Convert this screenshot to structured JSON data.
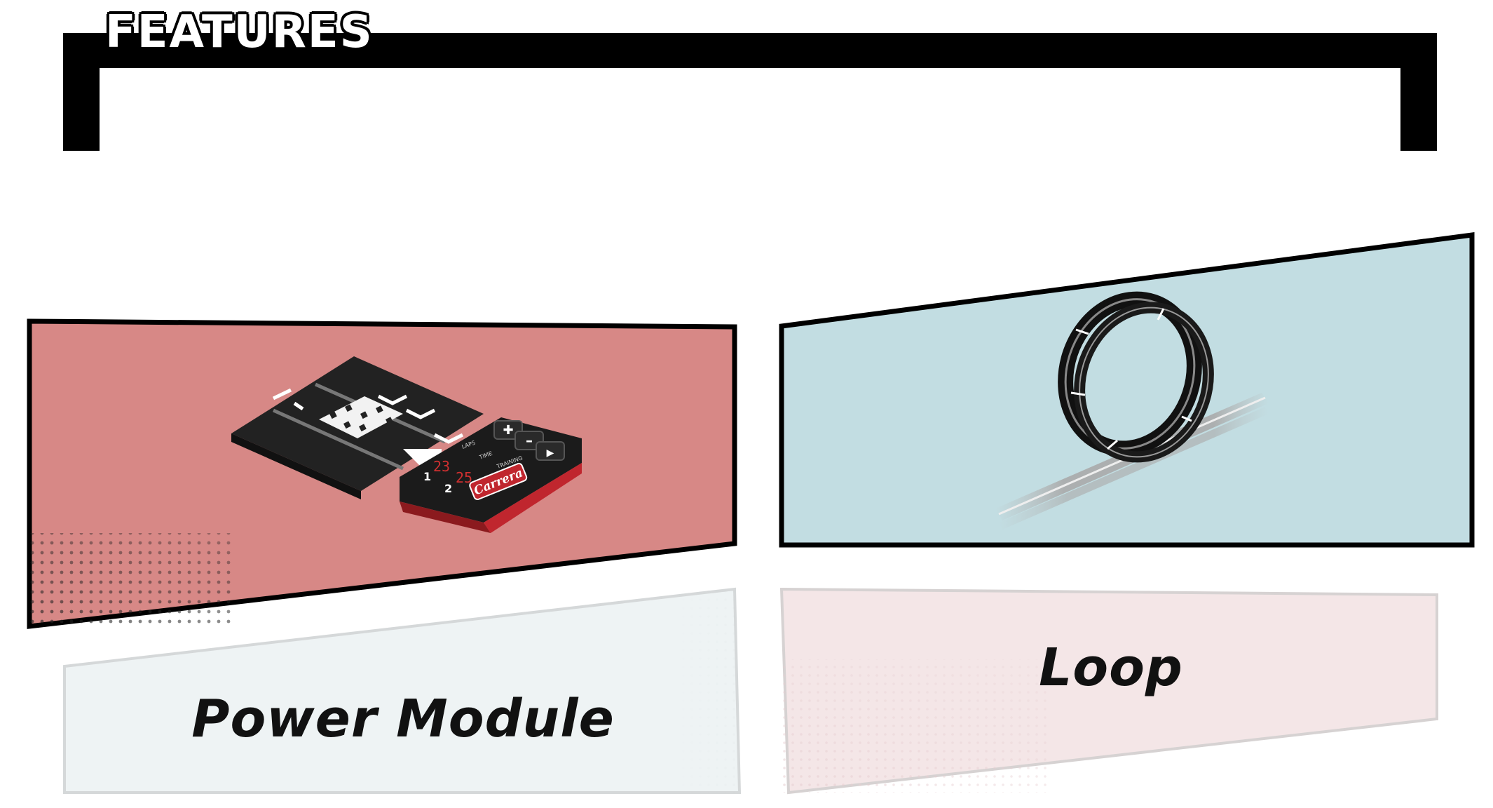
{
  "header": {
    "title": "FEATURES"
  },
  "colors": {
    "pink_panel": "#d78886",
    "blue_panel": "#c2dde2",
    "label_left_bg": "#eef3f4",
    "label_right_bg": "#f4e6e7",
    "frame": "#000000",
    "accent_red": "#c0262e"
  },
  "features": [
    {
      "label": "Power Module",
      "icon": "power-module-track-icon",
      "brand": "Carrera",
      "display": {
        "p1": "1",
        "p2": "2",
        "laps1": "23",
        "laps2": "25",
        "laps": "LAPS",
        "time": "TIME",
        "training": "TRAINING"
      }
    },
    {
      "label": "Loop",
      "icon": "loop-track-icon"
    }
  ]
}
